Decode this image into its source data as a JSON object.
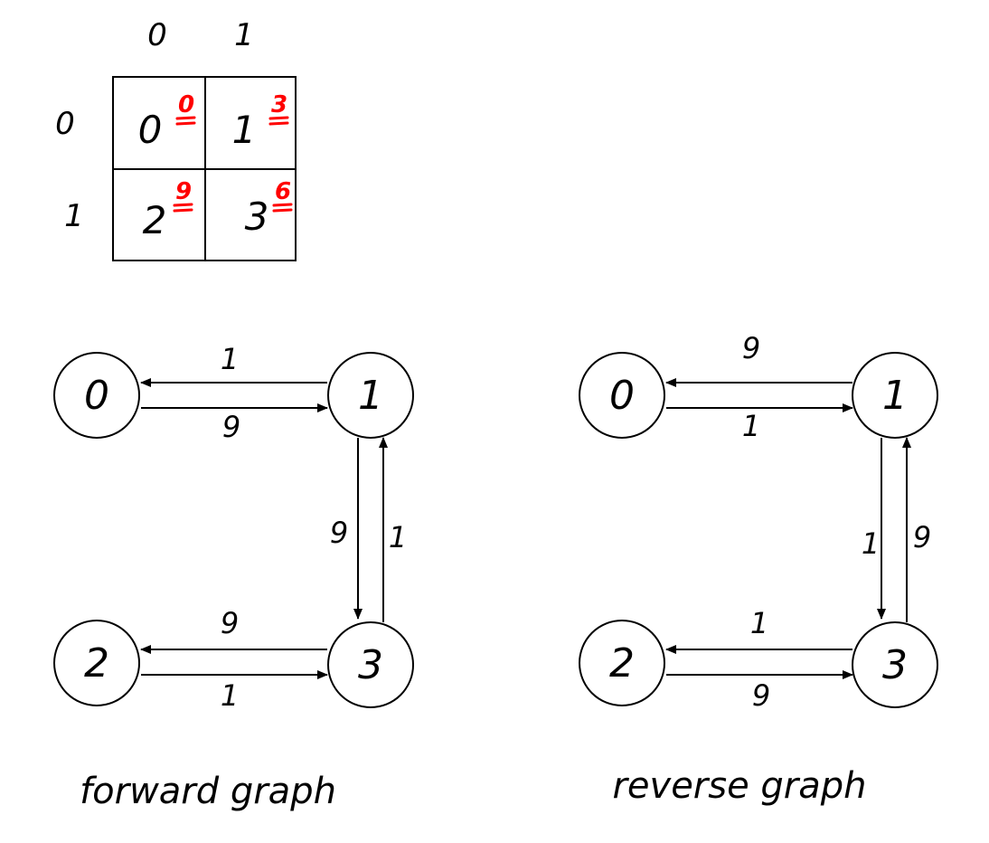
{
  "matrix": {
    "col_headers": [
      "0",
      "1"
    ],
    "row_headers": [
      "0",
      "1"
    ],
    "cells": [
      {
        "value": "0",
        "superscript": "0"
      },
      {
        "value": "1",
        "superscript": "3"
      },
      {
        "value": "2",
        "superscript": "9"
      },
      {
        "value": "3",
        "superscript": "6"
      }
    ],
    "superscript_color": "#ff0000"
  },
  "forward_graph": {
    "caption": "forward graph",
    "nodes": [
      "0",
      "1",
      "2",
      "3"
    ],
    "edges": [
      {
        "from": "1",
        "to": "0",
        "label": "1"
      },
      {
        "from": "0",
        "to": "1",
        "label": "9"
      },
      {
        "from": "1",
        "to": "3",
        "label": "9"
      },
      {
        "from": "3",
        "to": "1",
        "label": "1"
      },
      {
        "from": "3",
        "to": "2",
        "label": "9"
      },
      {
        "from": "2",
        "to": "3",
        "label": "1"
      }
    ]
  },
  "reverse_graph": {
    "caption": "reverse graph",
    "nodes": [
      "0",
      "1",
      "2",
      "3"
    ],
    "edges": [
      {
        "from": "1",
        "to": "0",
        "label": "9"
      },
      {
        "from": "0",
        "to": "1",
        "label": "1"
      },
      {
        "from": "1",
        "to": "3",
        "label": "1"
      },
      {
        "from": "3",
        "to": "1",
        "label": "9"
      },
      {
        "from": "3",
        "to": "2",
        "label": "1"
      },
      {
        "from": "2",
        "to": "3",
        "label": "9"
      }
    ]
  }
}
